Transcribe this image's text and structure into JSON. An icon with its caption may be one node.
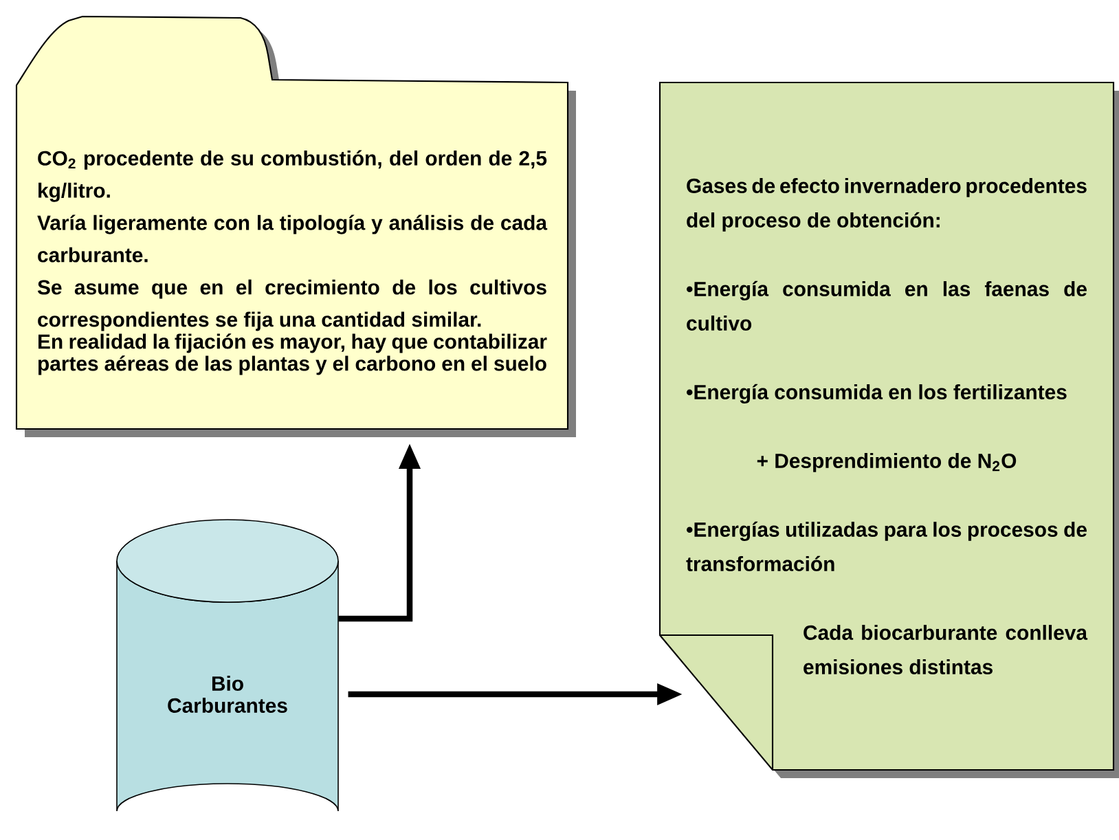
{
  "diagram": {
    "nodes": [
      {
        "text": [
          "CO$_{2}$ procedente de su combustión, del orden de 2,5 kg/litro.",
          "Varía ligeramente con la tipología y análisis de cada carburante.",
          "Se asume que en el crecimiento de los cultivos correspondientes se fija una cantidad similar.",
          "En realidad la fijación es mayor, hay que contabilizar partes aéreas de las plantas y el carbono en el suelo"
        ]
      },
      {
        "text": [
          "Gases de efecto invernadero procedentes del proceso de obtención:",
          "•Energía consumida en las faenas de cultivo",
          "•Energía consumida en los fertilizantes",
          "+ Desprendimiento de N$_{2}$O",
          "•Energías utilizadas para los procesos de transformación",
          "Cada biocarburante conlleva emisiones distintas"
        ]
      },
      {
        "text": [
          "Bio Carburantes"
        ]
      }
    ],
    "edges": [
      {
        "from": 2,
        "to": 0,
        "arrow": "to"
      },
      {
        "from": 2,
        "to": 1,
        "arrow": "to"
      }
    ]
  }
}
